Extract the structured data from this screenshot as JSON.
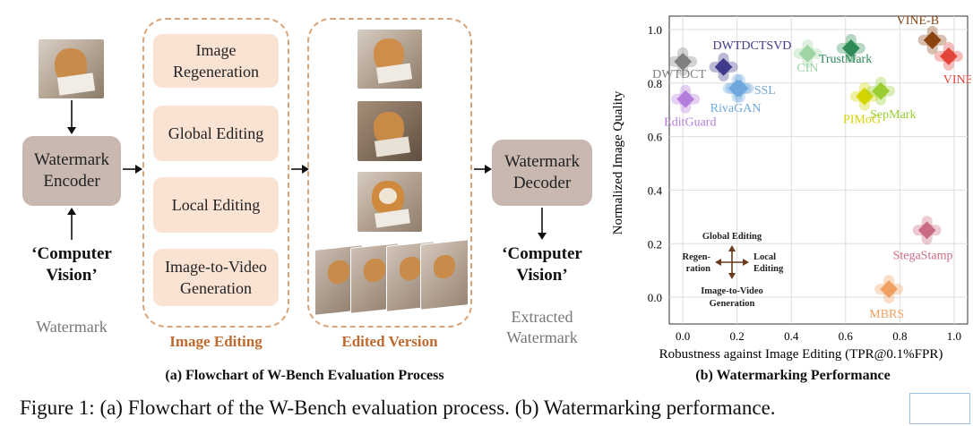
{
  "flowchart": {
    "encoder_label_1": "Watermark",
    "encoder_label_2": "Encoder",
    "input_text_1": "‘Computer",
    "input_text_2": "Vision’",
    "watermark_caption": "Watermark",
    "editing_items": [
      {
        "line1": "Image",
        "line2": "Regeneration"
      },
      {
        "line1": "Global Editing",
        "line2": ""
      },
      {
        "line1": "Local Editing",
        "line2": ""
      },
      {
        "line1": "Image-to-Video",
        "line2": "Generation"
      }
    ],
    "image_editing_label": "Image Editing",
    "edited_version_label": "Edited Version",
    "decoder_label_1": "Watermark",
    "decoder_label_2": "Decoder",
    "output_text_1": "‘Computer",
    "output_text_2": "Vision’",
    "extracted_caption_1": "Extracted",
    "extracted_caption_2": "Watermark",
    "subcaption": "(a) Flowchart of W-Bench Evaluation Process"
  },
  "figure_caption": "Figure 1: (a) Flowchart of the W-Bench evaluation process. (b) Watermarking performance.",
  "chart_data": {
    "type": "scatter",
    "title": "",
    "xlabel": "Robustness against Image Editing (TPR@0.1%FPR)",
    "ylabel": "Normalized Image Quality",
    "xlim": [
      -0.05,
      1.05
    ],
    "ylim": [
      -0.1,
      1.05
    ],
    "xticks": [
      "0.0",
      "0.2",
      "0.4",
      "0.6",
      "0.8",
      "1.0"
    ],
    "yticks": [
      "0.0",
      "0.2",
      "0.4",
      "0.6",
      "0.8",
      "1.0"
    ],
    "grid": true,
    "subcaption": "(b) Watermarking Performance",
    "points": [
      {
        "name": "DWTDCT",
        "x": 0.0,
        "y": 0.88,
        "color": "#808080"
      },
      {
        "name": "DWTDCTSVD",
        "x": 0.15,
        "y": 0.86,
        "color": "#3f3a8a"
      },
      {
        "name": "RivaGAN",
        "x": 0.2,
        "y": 0.78,
        "color": "#6fa8dc"
      },
      {
        "name": "SSL",
        "x": 0.21,
        "y": 0.78,
        "color": "#6fa8dc"
      },
      {
        "name": "EditGuard",
        "x": 0.01,
        "y": 0.74,
        "color": "#b57edc"
      },
      {
        "name": "CIN",
        "x": 0.46,
        "y": 0.91,
        "color": "#9fd4a4"
      },
      {
        "name": "TrustMark",
        "x": 0.62,
        "y": 0.93,
        "color": "#2e8b57"
      },
      {
        "name": "PIMoG",
        "x": 0.67,
        "y": 0.75,
        "color": "#d4d400"
      },
      {
        "name": "SepMark",
        "x": 0.73,
        "y": 0.77,
        "color": "#9acd32"
      },
      {
        "name": "VINE-B",
        "x": 0.92,
        "y": 0.96,
        "color": "#8b4513"
      },
      {
        "name": "VINE-R",
        "x": 0.98,
        "y": 0.9,
        "color": "#e2463a"
      },
      {
        "name": "StegaStamp",
        "x": 0.9,
        "y": 0.25,
        "color": "#c96b82"
      },
      {
        "name": "MBRS",
        "x": 0.76,
        "y": 0.03,
        "color": "#f0a060"
      }
    ],
    "legend_cross": {
      "up": "Global Editing",
      "left_1": "Regen-",
      "left_2": "ration",
      "right_1": "Local",
      "right_2": "Editing",
      "down_1": "Image-to-Video",
      "down_2": "Generation"
    }
  }
}
